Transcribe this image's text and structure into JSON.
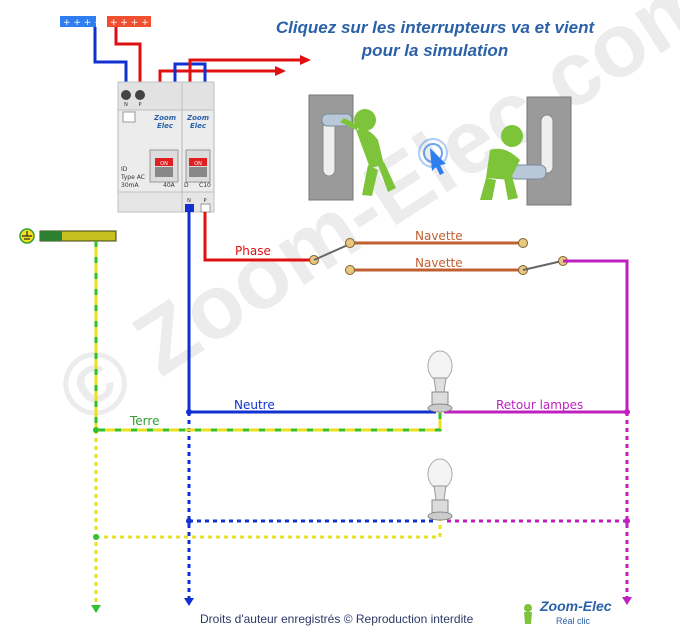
{
  "title": {
    "line1": "Cliquez sur les interrupteurs va et vient",
    "line2": "pour la simulation"
  },
  "wires": {
    "phase": "Phase",
    "navette1": "Navette",
    "navette2": "Navette",
    "neutre": "Neutre",
    "retour": "Retour lampes",
    "terre": "Terre"
  },
  "breakers": {
    "diff_brand1": "Zoom",
    "diff_brand2": "Elec",
    "diff_on": "ON",
    "diff_id": "ID",
    "diff_type": "Type AC",
    "diff_sensitivity": "30mA",
    "diff_rating": "40A",
    "diff_n": "N",
    "diff_p": "P",
    "cb_brand1": "Zoom",
    "cb_brand2": "Elec",
    "cb_on": "ON",
    "cb_curve": "D",
    "cb_rating": "C10",
    "cb_n": "N",
    "cb_p": "P"
  },
  "colors": {
    "phase": "#e01010",
    "neutre": "#1030d0",
    "retour": "#c020c0",
    "terre_yellow": "#e8e020",
    "terre_green": "#30c030",
    "navette": "#c06030",
    "title": "#2a61a8"
  },
  "footer": "Droits d'auteur enregistrés © Reproduction interdite",
  "logo": {
    "line1": "Zoom-Elec",
    "line2": "Réal clic"
  },
  "watermark": "© Zoom-Elec.com"
}
